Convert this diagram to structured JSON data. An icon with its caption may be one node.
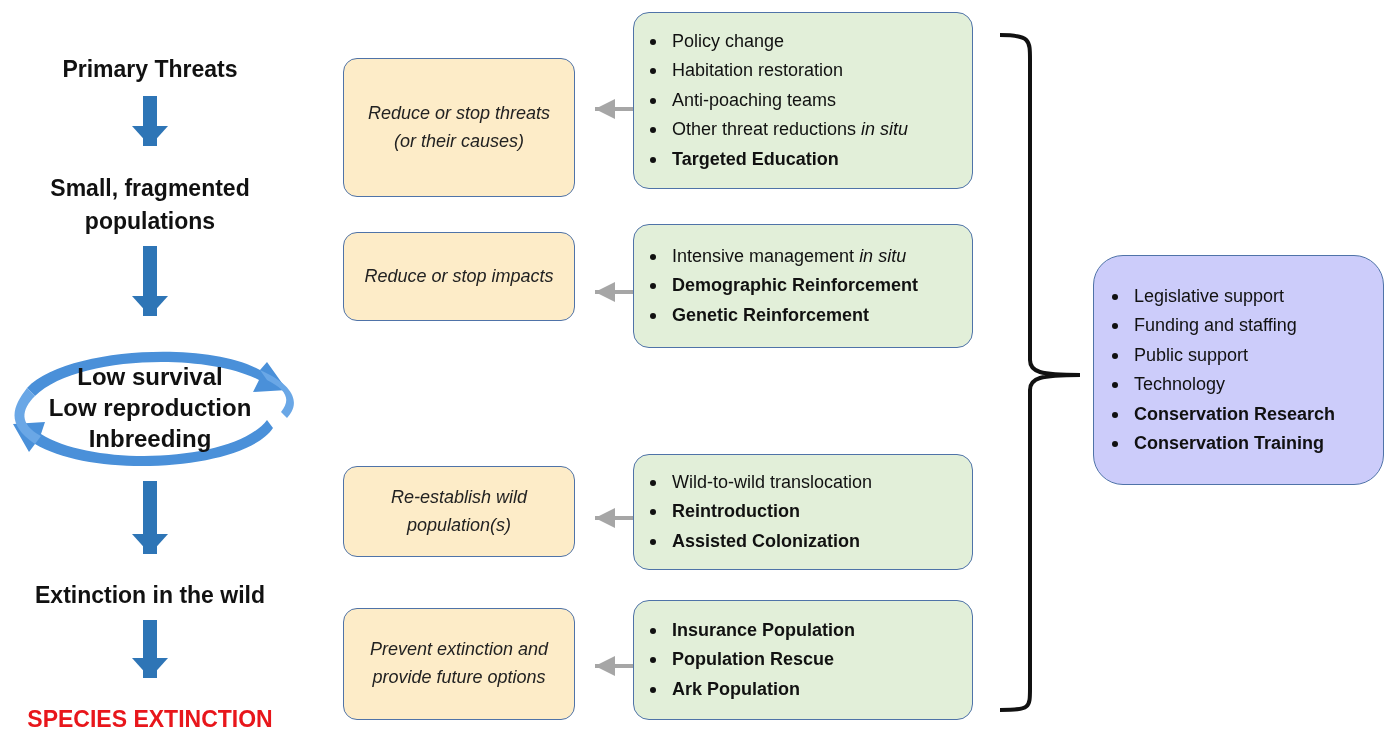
{
  "diagram": {
    "nodes": [
      {
        "text": [
          "Primary Threats"
        ]
      },
      {
        "text": [
          "Small, fragmented populations"
        ]
      },
      {
        "text": [
          "Low survival",
          "Low reproduction",
          "Inbreeding"
        ]
      },
      {
        "text": [
          "Extinction in the wild"
        ]
      },
      {
        "text": [
          "SPECIES EXTINCTION"
        ]
      },
      {
        "text": [
          "Reduce or stop threats (or their causes)"
        ]
      },
      {
        "text": [
          "Policy change",
          "Habitation restoration",
          "Anti-poaching teams",
          "Other threat reductions *in situ*",
          "**Targeted Education**"
        ]
      },
      {
        "text": [
          "Reduce or stop impacts"
        ]
      },
      {
        "text": [
          "Intensive management *in situ*",
          "**Demographic Reinforcement**",
          "**Genetic Reinforcement**"
        ]
      },
      {
        "text": [
          "Re-establish wild population(s)"
        ]
      },
      {
        "text": [
          "Wild-to-wild translocation",
          "**Reintroduction**",
          "**Assisted Colonization**"
        ]
      },
      {
        "text": [
          "Prevent extinction and provide future options"
        ]
      },
      {
        "text": [
          "**Insurance Population**",
          "**Population Rescue**",
          "**Ark Population**"
        ]
      },
      {
        "text": [
          "Legislative support",
          "Funding and staffing",
          "Public support",
          "Technology",
          "**Conservation Research**",
          "**Conservation Training**"
        ]
      }
    ],
    "edges": [
      {
        "from": 0,
        "to": 1,
        "arrow": "to",
        "style": "thick"
      },
      {
        "from": 1,
        "to": 2,
        "arrow": "to",
        "style": "thick"
      },
      {
        "from": 2,
        "to": 3,
        "arrow": "to",
        "style": "thick"
      },
      {
        "from": 3,
        "to": 4,
        "arrow": "to",
        "style": "thick"
      },
      {
        "from": 6,
        "to": 5,
        "arrow": "to",
        "color": "#a6a6a6"
      },
      {
        "from": 8,
        "to": 7,
        "arrow": "to",
        "color": "#a6a6a6"
      },
      {
        "from": 10,
        "to": 9,
        "arrow": "to",
        "color": "#a6a6a6"
      },
      {
        "from": 12,
        "to": 11,
        "arrow": "to",
        "color": "#a6a6a6"
      }
    ]
  }
}
